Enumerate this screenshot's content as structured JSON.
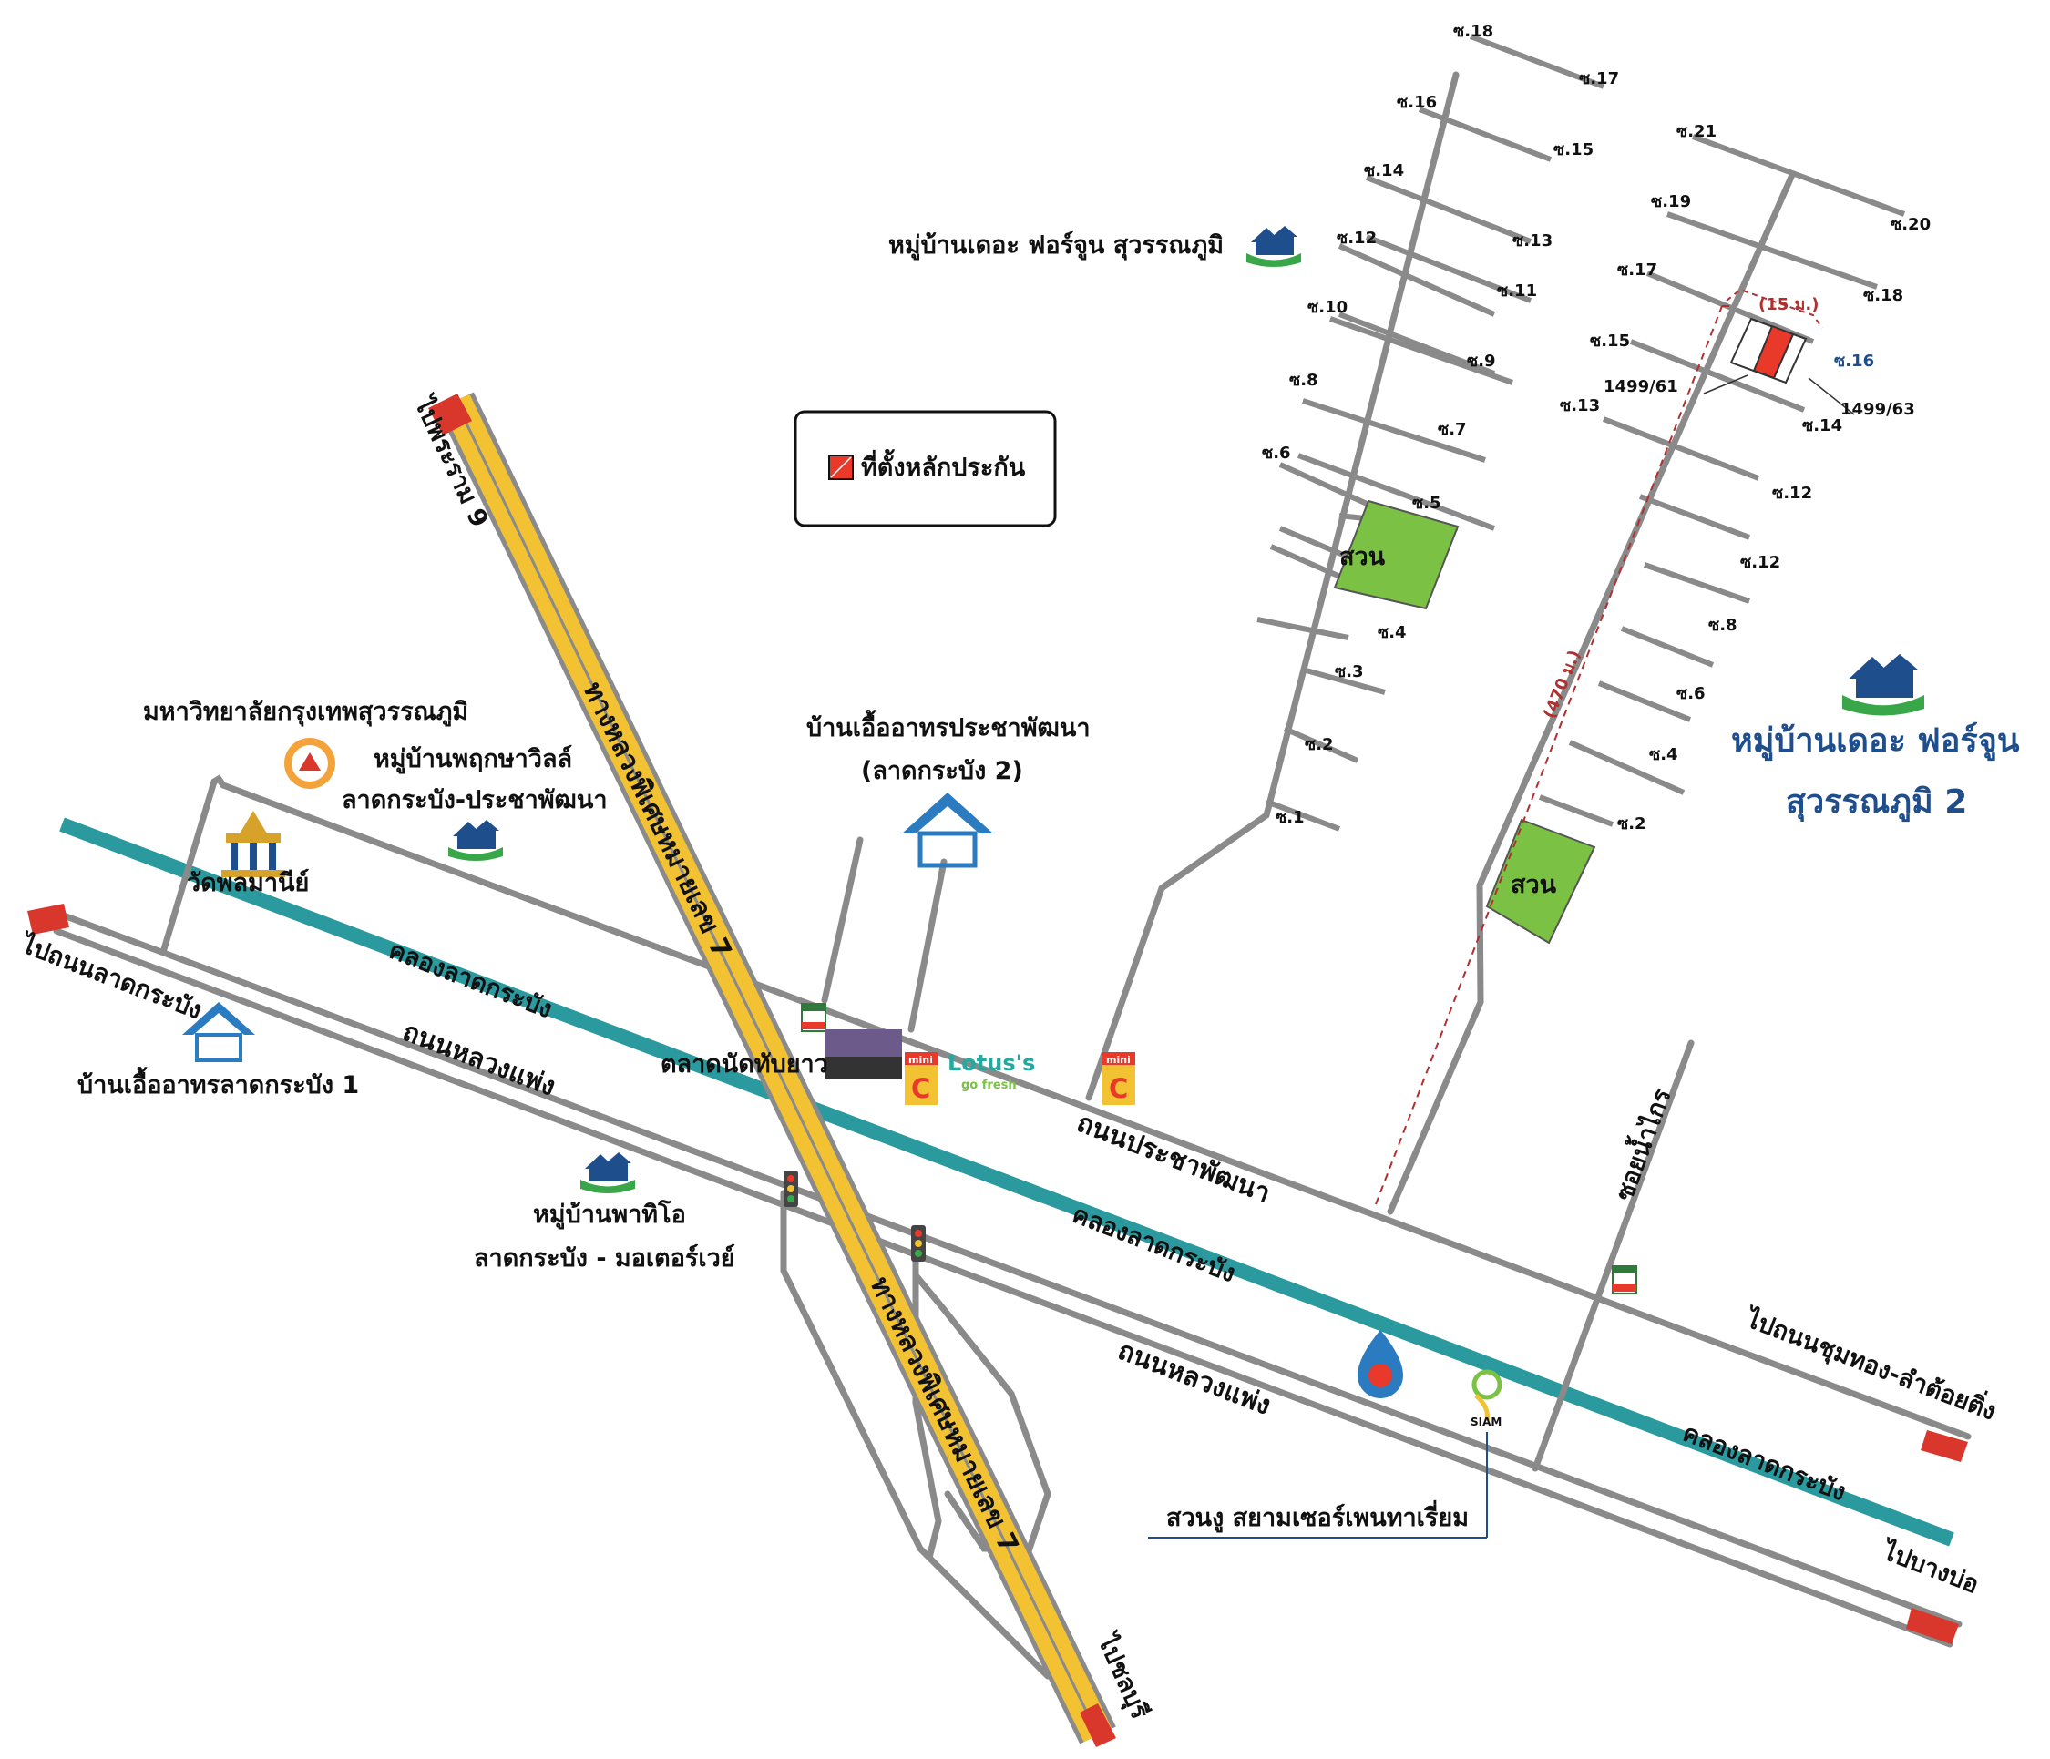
{
  "legend": {
    "label": "ที่ตั้งหลักประกัน",
    "color": "#e8392b"
  },
  "colors": {
    "road": "#8a8a8a",
    "expressway": "#f2c233",
    "canal": "#2b9a9f",
    "park": "#7bc144",
    "arrow": "#d9372b",
    "village_text": "#1f4e8c"
  },
  "places": {
    "fortune_suvarnabhumi": "หมู่บ้านเดอะ ฟอร์จูน สุวรรณภูมิ",
    "fortune2_line1": "หมู่บ้านเดอะ ฟอร์จูน",
    "fortune2_line2": "สุวรรณภูมิ 2",
    "university": "มหาวิทยาลัยกรุงเทพสุวรรณภูมิ",
    "pruksa_line1": "หมู่บ้านพฤกษาวิลล์",
    "pruksa_line2": "ลาดกระบัง-ประชาพัฒนา",
    "euaarthorn2_line1": "บ้านเอื้ออาทรประชาพัฒนา",
    "euaarthorn2_line2": "(ลาดกระบัง 2)",
    "wat": "วัดพลมานีย์",
    "euaarthorn1": "บ้านเอื้ออาทรลาดกระบัง 1",
    "patio_line1": "หมู่บ้านพาทิโอ",
    "patio_line2": "ลาดกระบัง - มอเตอร์เวย์",
    "market": "ตลาดนัดทับยาว",
    "snake_farm": "สวนงู สยามเซอร์เพนทาเรี่ยม",
    "park": "สวน",
    "lotus_name": "Lotus's",
    "lotus_tag": "go fresh",
    "mini": "mini",
    "siam": "SIAM"
  },
  "roads": {
    "to_rama9": "ไปพระราม 9",
    "to_ladkrabang": "ไปถนนลาดกระบัง",
    "canal": "คลองลาดกระบัง",
    "luang_phaeng": "ถนนหลวงแพ่ง",
    "motorway": "ทางหลวงพิเศษหมายเลข 7",
    "pracha_phatthana": "ถนนประชาพัฒนา",
    "soi_nam_krai": "ซอยน้ำไกร",
    "to_chumthong": "ไปถนนชุมทอง-ลำต้อยติ่ง",
    "to_bangbo": "ไปบางบ่อ",
    "to_chonburi": "ไปชลบุรี"
  },
  "measure": {
    "width": "(15 ม.)",
    "distance": "(470 ม.)",
    "plot_a": "1499/61",
    "plot_b": "1499/63"
  },
  "soi_west": [
    "ซ.18",
    "ซ.16",
    "ซ.14",
    "ซ.12",
    "ซ.10",
    "ซ.8",
    "ซ.6",
    "ซ.4",
    "ซ.3",
    "ซ.2",
    "ซ.1"
  ],
  "soi_west_right": [
    "ซ.17",
    "ซ.15",
    "ซ.13",
    "ซ.11",
    "ซ.9",
    "ซ.7",
    "ซ.5"
  ],
  "soi_east_left": [
    "ซ.21",
    "ซ.19",
    "ซ.17",
    "ซ.15",
    "ซ.13"
  ],
  "soi_east_right": [
    "ซ.20",
    "ซ.18",
    "ซ.16",
    "ซ.14",
    "ซ.12",
    "ซ.12",
    "ซ.8",
    "ซ.6",
    "ซ.4",
    "ซ.2"
  ]
}
